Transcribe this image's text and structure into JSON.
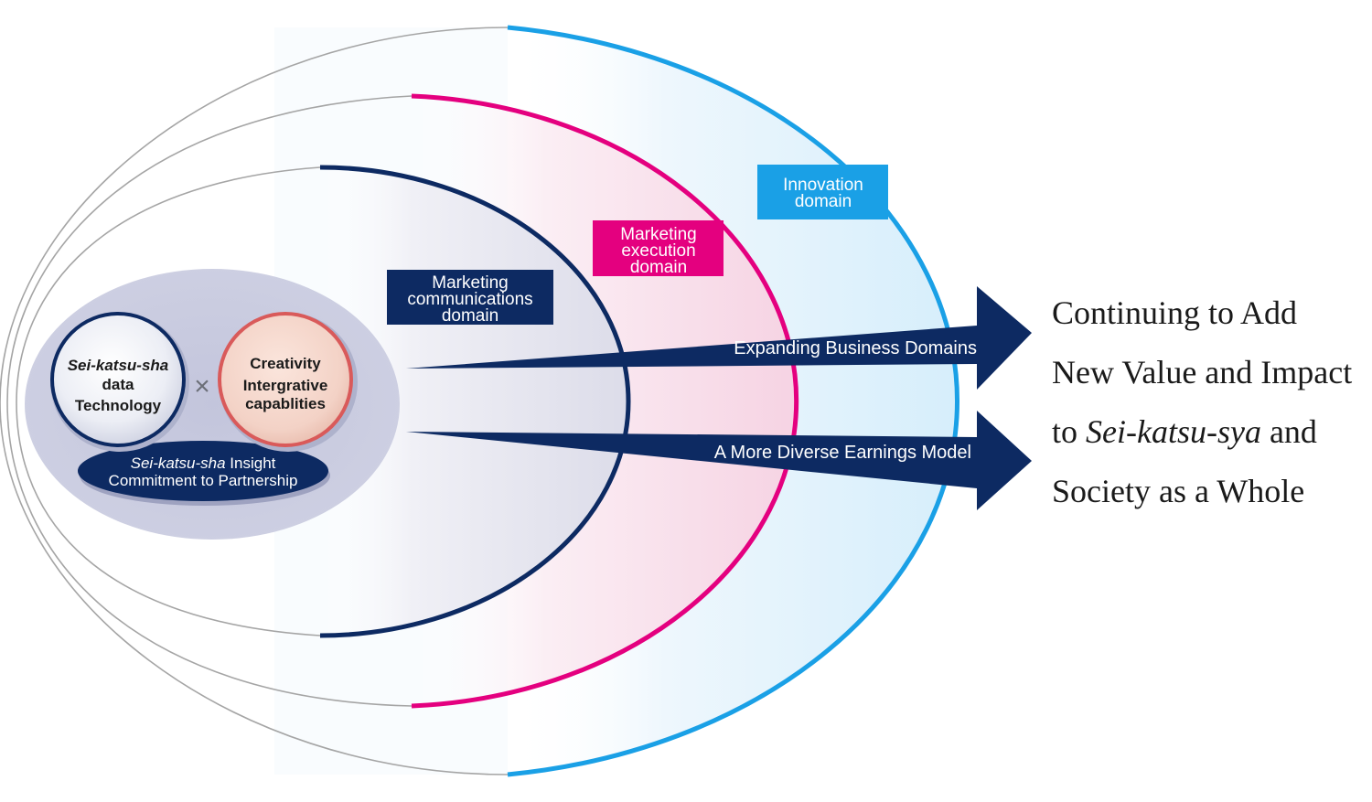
{
  "domains": {
    "communications": [
      "Marketing",
      "communications",
      "domain"
    ],
    "execution": [
      "Marketing",
      "execution",
      "domain"
    ],
    "innovation": [
      "Innovation",
      "domain"
    ]
  },
  "core": {
    "left_circle": {
      "line1": "Sei-katsu-sha",
      "line2": "data",
      "line3": "Technology"
    },
    "times": "×",
    "right_circle": {
      "line1": "Creativity",
      "line2": "Intergrative",
      "line3": "capablities"
    },
    "base": {
      "line1_italic": "Sei-katsu-sha",
      "line1_rest": " Insight",
      "line2": "Commitment to Partnership"
    }
  },
  "arrows": {
    "upper": "Expanding Business Domains",
    "lower": "A More Diverse Earnings Model"
  },
  "headline": {
    "line1": "Continuing to Add",
    "line2": "New Value and Impact",
    "line3_pre": "to ",
    "line3_italic": "Sei-katsu-sya",
    "line3_post": " and",
    "line4": "Society as a Whole"
  },
  "colors": {
    "navy": "#0d2a62",
    "magenta": "#e4007f",
    "cyan": "#1aa0e6",
    "core_fill": "#c9cbe0"
  }
}
